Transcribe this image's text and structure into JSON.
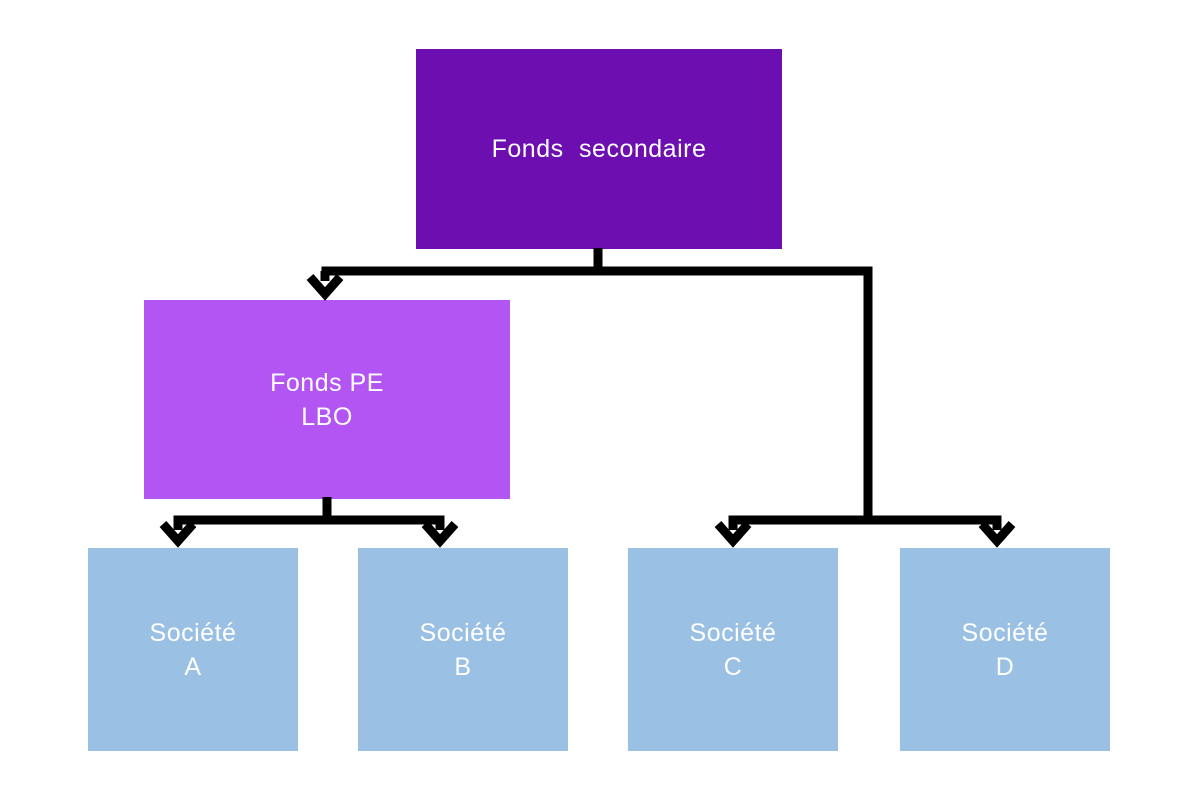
{
  "diagram": {
    "type": "org-chart",
    "background_color": "#FFFFFF",
    "connector_color": "#000000",
    "nodes": {
      "root": {
        "label": "Fonds secondaire",
        "color": "#6C0EB0",
        "text_color": "#FFFFFF",
        "level": 1
      },
      "fund": {
        "line1": "Fonds PE",
        "line2": "LBO",
        "color": "#B355F3",
        "text_color": "#FFFFFF",
        "level": 2
      },
      "company_a": {
        "line1": "Société",
        "line2": "A",
        "color": "#9AC0E4",
        "text_color": "#FFFFFF",
        "level": 3
      },
      "company_b": {
        "line1": "Société",
        "line2": "B",
        "color": "#9AC0E4",
        "text_color": "#FFFFFF",
        "level": 3
      },
      "company_c": {
        "line1": "Société",
        "line2": "C",
        "color": "#9AC0E4",
        "text_color": "#FFFFFF",
        "level": 3
      },
      "company_d": {
        "line1": "Société",
        "line2": "D",
        "color": "#9AC0E4",
        "text_color": "#FFFFFF",
        "level": 3
      }
    },
    "edges": [
      {
        "from": "Fonds secondaire",
        "to": "Fonds PE LBO"
      },
      {
        "from": "Fonds secondaire",
        "to": "Société C"
      },
      {
        "from": "Fonds secondaire",
        "to": "Société D"
      },
      {
        "from": "Fonds PE LBO",
        "to": "Société A"
      },
      {
        "from": "Fonds PE LBO",
        "to": "Société B"
      }
    ]
  }
}
